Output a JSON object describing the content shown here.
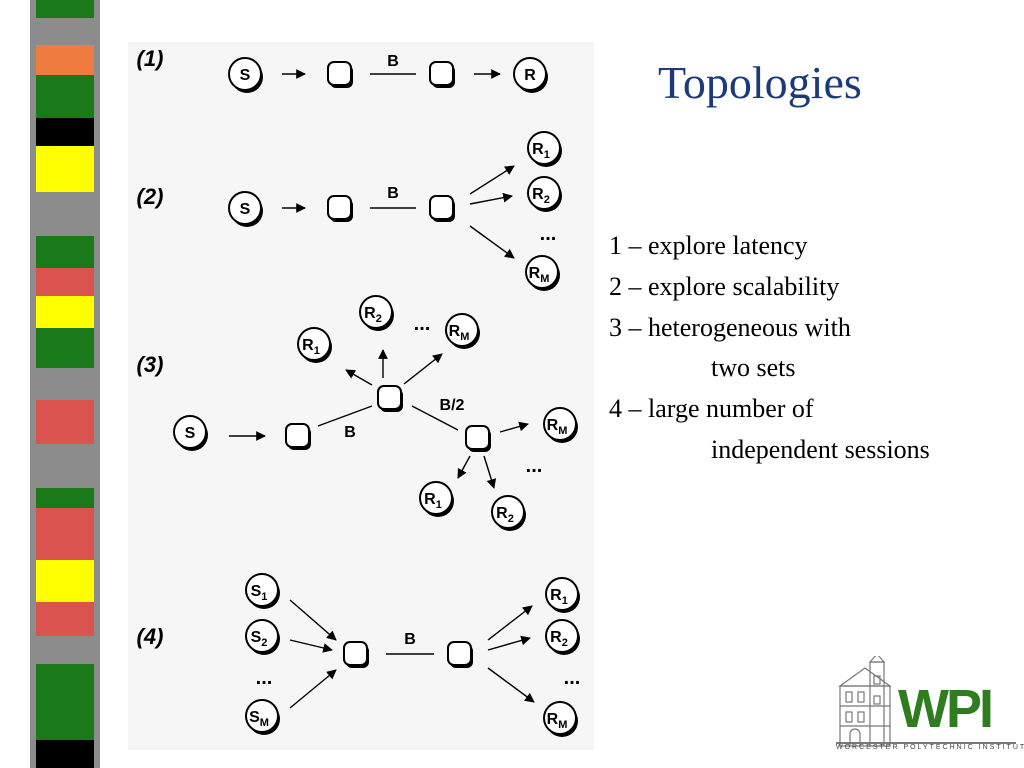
{
  "slide": {
    "title": "Topologies",
    "descriptions": [
      {
        "text": "1 – explore latency"
      },
      {
        "text": "2 – explore scalability"
      },
      {
        "text": "3 – heterogeneous with"
      },
      {
        "text": "two sets",
        "indent": true
      },
      {
        "text": "4 – large number of"
      },
      {
        "text": "independent sessions",
        "indent": true
      }
    ]
  },
  "diagram": {
    "topologies": [
      {
        "label": "(1)"
      },
      {
        "label": "(2)"
      },
      {
        "label": "(3)"
      },
      {
        "label": "(4)"
      }
    ],
    "node_labels": {
      "sender": "S",
      "receiver": "R",
      "sender_prefix": "S",
      "receiver_prefix": "R",
      "subscripts": [
        "1",
        "2",
        "M"
      ]
    },
    "link_labels": {
      "bottleneck": "B",
      "half_bottleneck": "B/2",
      "ellipsis": "..."
    }
  },
  "logo": {
    "text": "WPI",
    "subtitle": "WORCESTER POLYTECHNIC INSTITUTE"
  },
  "colors": {
    "title": "#1b3a78",
    "strip_gray": "#8c8c8c",
    "strip_green": "#1a7a1a",
    "strip_red": "#d9534f",
    "strip_yellow": "#ffff00",
    "strip_orange": "#f07b3f",
    "strip_black": "#000000",
    "logo_green": "#2e7d1e"
  }
}
